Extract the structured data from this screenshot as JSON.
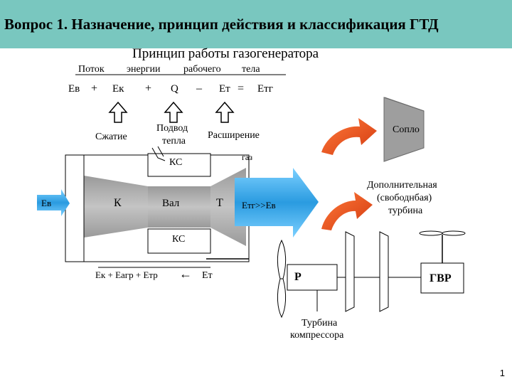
{
  "slide": {
    "title": "Вопрос 1. Назначение, принцип действия и классификация ГТД",
    "subtitle": "Принцип работы газогенератора",
    "page_number": "1"
  },
  "flow_header": {
    "w1": "Поток",
    "w2": "энергии",
    "w3": "рабочего",
    "w4": "тела"
  },
  "equation": {
    "ev": "Ев",
    "plus1": "+",
    "ek": "Ек",
    "plus2": "+",
    "q": "Q",
    "minus": "–",
    "et": "Ет",
    "eq": "=",
    "etg": "Етг"
  },
  "labels": {
    "compression": "Сжатие",
    "heat_line1": "Подвод",
    "heat_line2": "тепла",
    "expansion": "Расширение",
    "gas": "газ",
    "combustor_top": "КС",
    "combustor_bottom": "КС",
    "compressor": "К",
    "shaft": "Вал",
    "turbine": "Т",
    "inlet_energy": "Ев",
    "gas_energy": "Етг>>Ев",
    "nozzle": "Сопло",
    "free_turbine_1": "Дополнительная",
    "free_turbine_2": "(свободнбая)",
    "free_turbine_3": "турбина",
    "balance": "Ек  + Eагр + Eтр",
    "back_arrow": "←",
    "et_bottom": "Ет",
    "reducer": "Р",
    "gvr": "ГВР",
    "comp_turbine_1": "Турбина",
    "comp_turbine_2": "компрессора"
  },
  "colors": {
    "title_bar": "#79c7bf",
    "engine_body": "#a8a8a8",
    "cyan_arrow": "#3aa8e8",
    "orange_arrow": "#e84d1a",
    "nozzle": "#9e9e9e"
  }
}
